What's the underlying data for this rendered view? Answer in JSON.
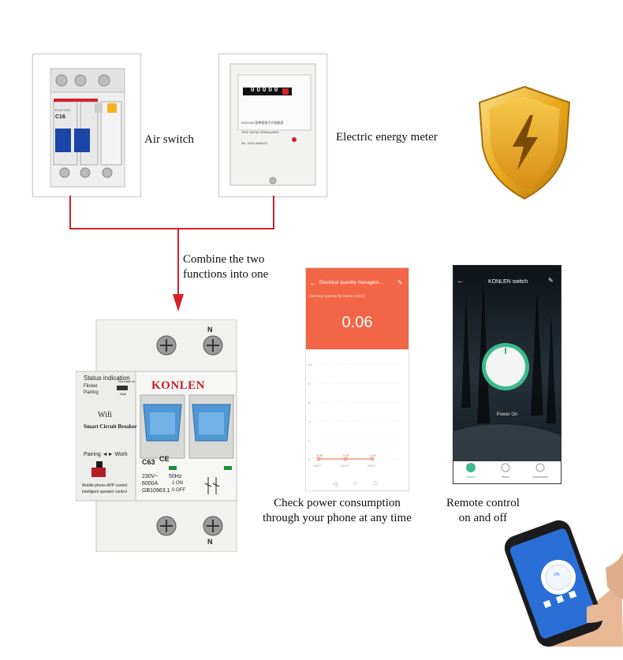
{
  "captions": {
    "air_switch": "Air switch",
    "energy_meter": "Electric energy meter",
    "combine_line1": "Combine the two",
    "combine_line2": "functions into one",
    "check_line1": "Check power consumption",
    "check_line2": "through your phone at any time",
    "remote_line1": "Remote control",
    "remote_line2": "on and off"
  },
  "air_switch_device": {
    "brand": "ELECTRIC",
    "rating": "C16"
  },
  "meter_device": {
    "reading": "00000",
    "model": "DDS1531型单相电子式电能表",
    "specs": "220V  5(20)A  3200imp/kWh",
    "serial": "No. 2016-0636072"
  },
  "breaker": {
    "status_indication": "Status indication",
    "flicker": "Flicker",
    "pairing_row": "Pairing",
    "normally_on": "Normally on",
    "wait": "Wait",
    "wifi": "Wifi",
    "smart": "Smart Circuit Breaker",
    "pairing_work": "Pairing ◄► Work",
    "mobile_app": "Mobile phone APP control",
    "speaker": "Intelligent speaker control",
    "brand": "KONLEN",
    "model": "C63",
    "ce": "CE",
    "v230": "230V~",
    "hz": "50Hz",
    "amp": "6000A",
    "on": "1 ON",
    "gb": "GB10963.1",
    "off": "0 OFF",
    "n": "N"
  },
  "phone_energy": {
    "header": "Electrical quantity managem...",
    "month_label": "Electrical quantity for March (KW.h)",
    "value": "0.06",
    "y_ticks": [
      "10",
      "8",
      "6",
      "4",
      "2",
      "0"
    ],
    "x_ticks": [
      "03/17",
      "03/19",
      "03/21"
    ],
    "point_labels": [
      "0.06",
      "0.00",
      "0.00"
    ]
  },
  "phone_switch": {
    "header": "KONLEN switch",
    "power_label": "Power On",
    "tabs": [
      "Switch",
      "Timer",
      "Countdown"
    ]
  },
  "hand_phone": {
    "on_label": "ON"
  },
  "colors": {
    "red_line": "#d3222a",
    "energy_orange": "#f26546",
    "switch_green": "#3dba8c",
    "breaker_blue": "#4f97d4",
    "shield_gold": "#e8a91b"
  }
}
